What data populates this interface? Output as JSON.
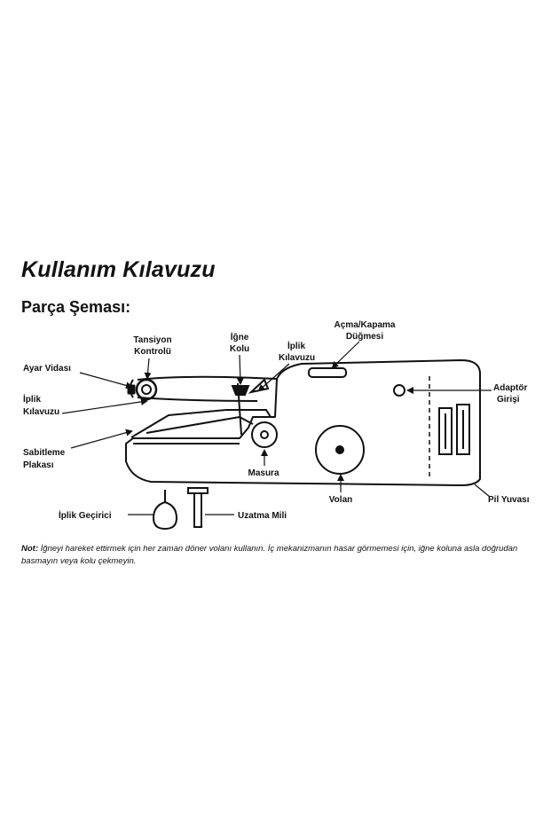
{
  "title": "Kullanım Kılavuzu",
  "section_title": "Parça Şeması:",
  "labels": {
    "tansiyon_line1": "Tansiyon",
    "tansiyon_line2": "Kontrolü",
    "igne_line1": "İğne",
    "igne_line2": "Kolu",
    "iplik_top_line1": "İplik",
    "iplik_top_line2": "Kılavuzu",
    "acma_line1": "Açma/Kapama",
    "acma_line2": "Düğmesi",
    "ayar_vidasi": "Ayar Vidası",
    "iplik_left_line1": "İplik",
    "iplik_left_line2": "Kılavuzu",
    "adaptor_line1": "Adaptör",
    "adaptor_line2": "Girişi",
    "sabitleme_line1": "Sabitleme",
    "sabitleme_line2": "Plakası",
    "masura": "Masura",
    "volan": "Volan",
    "pil_yuvasi": "Pil Yuvası",
    "iplik_gecirici": "İplik Geçirici",
    "uzatma_mili": "Uzatma Mili"
  },
  "note": {
    "prefix": "Not:",
    "text": " İğneyi hareket ettirmek için her zaman döner volanı kullanın. İç mekanizmanın hasar görmemesi için, iğne koluna asla doğrudan basmayın veya kolu çekmeyin."
  }
}
